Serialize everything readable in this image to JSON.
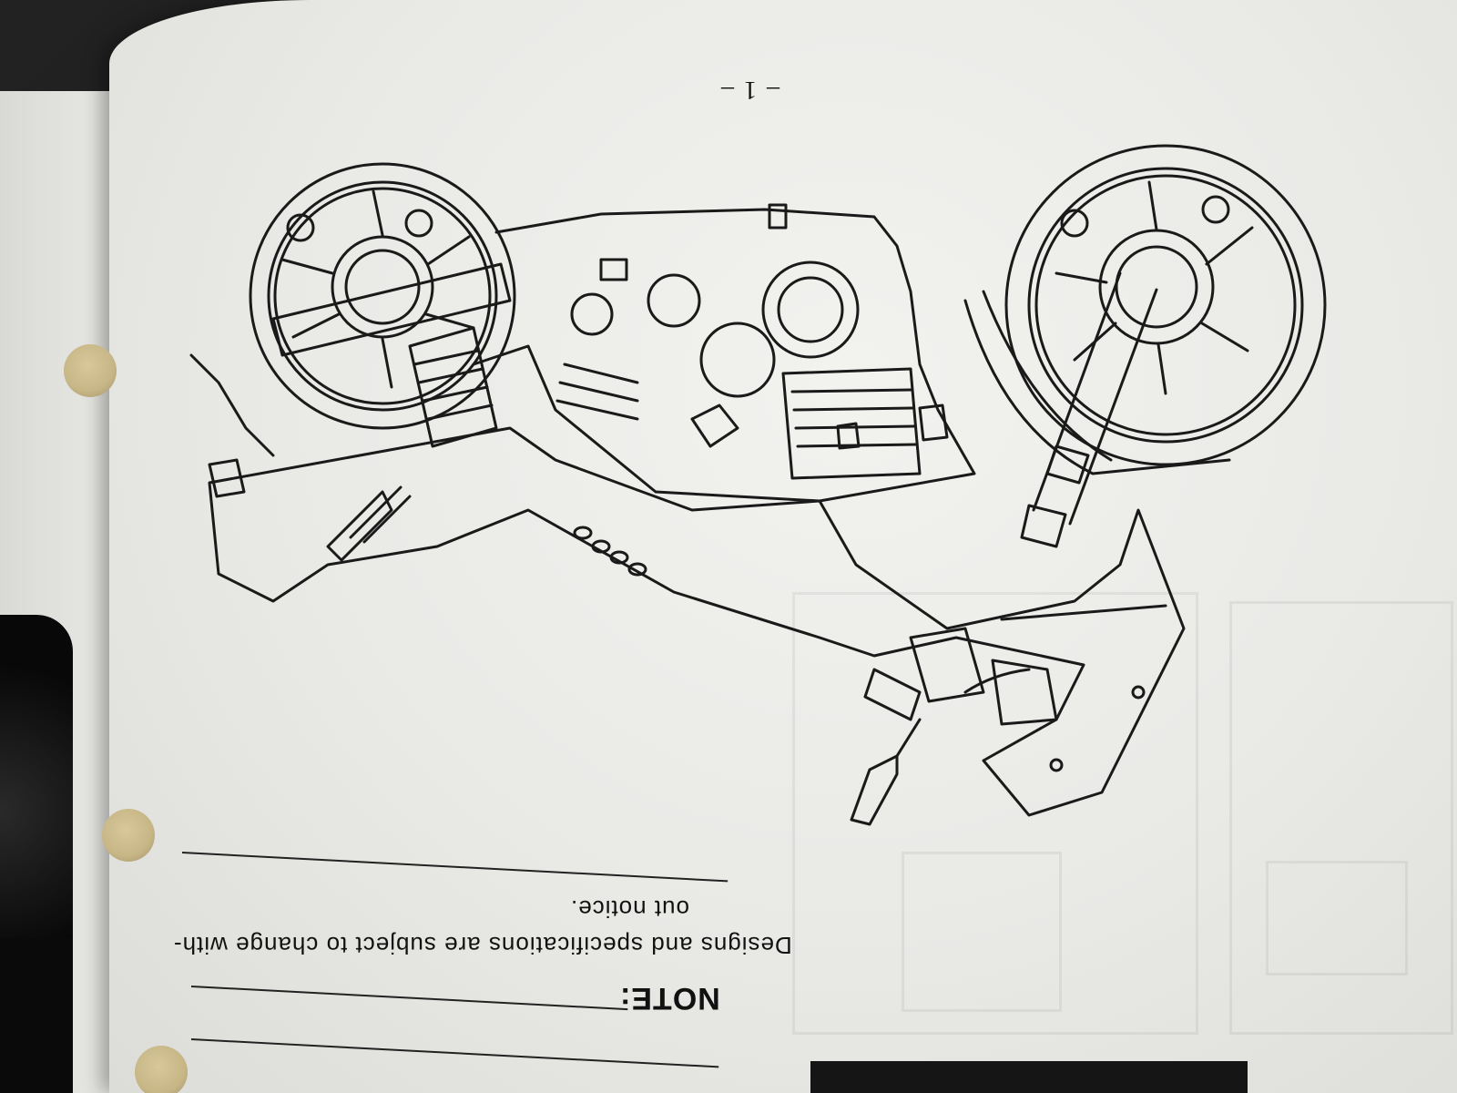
{
  "page": {
    "number_text": "– 1 –"
  },
  "note": {
    "label": "NOTE:",
    "line1": "Designs and specifications are subject to change with-",
    "line2": "out notice."
  },
  "colors": {
    "paper": "#eeeeeb",
    "ink": "#1a1a1a",
    "binder_hole": "#c9b98c",
    "background": "#1a1a1a"
  },
  "illustration": {
    "subject": "motorcycle line drawing"
  }
}
